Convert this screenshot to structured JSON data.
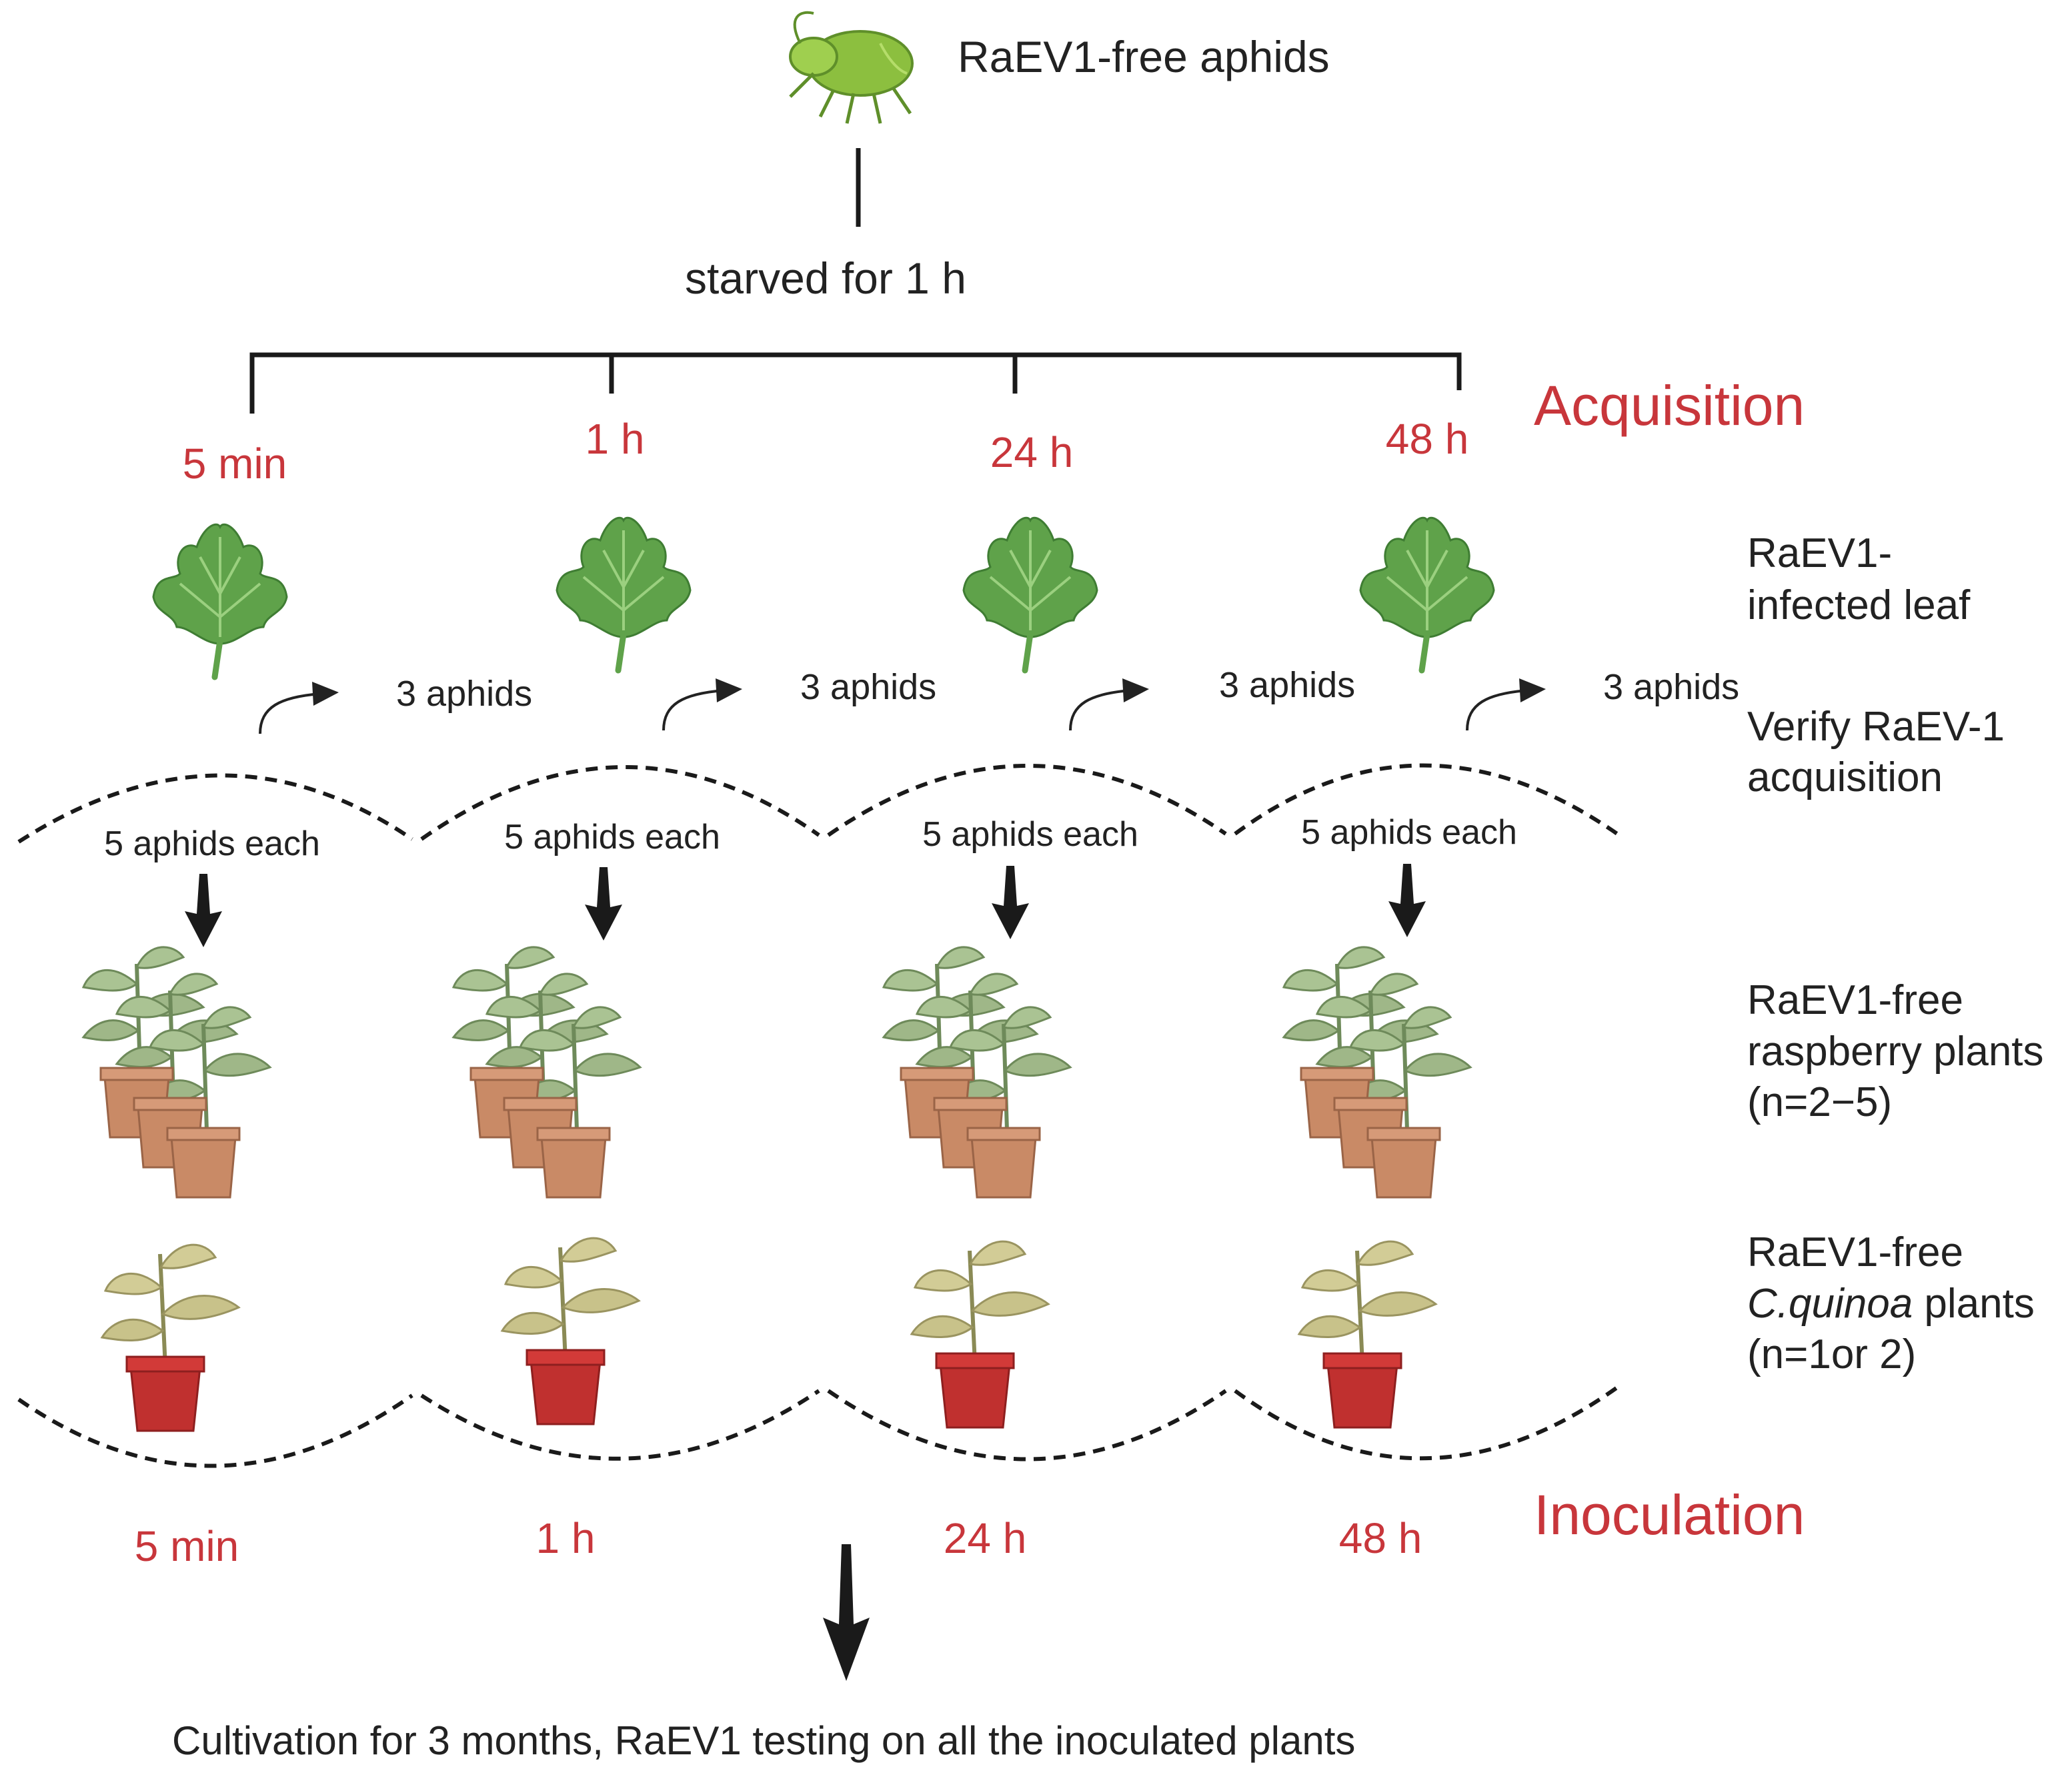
{
  "header": {
    "aphid_label": "RaEV1-free aphids",
    "starved_label": "starved for 1 h"
  },
  "acquisition": {
    "title": "Acquisition",
    "times": [
      "5 min",
      "1 h",
      "24 h",
      "48 h"
    ]
  },
  "inoculation": {
    "title": "Inoculation",
    "times": [
      "5 min",
      "1 h",
      "24 h",
      "48 h"
    ]
  },
  "verify": {
    "three_aphids": "3 aphids",
    "five_aphids": "5 aphids each"
  },
  "legend": {
    "infected_leaf": {
      "line1": "RaEV1-",
      "line2": "infected leaf"
    },
    "verify_acq": {
      "line1": "Verify RaEV-1",
      "line2": "acquisition"
    },
    "raspberry": {
      "line1": "RaEV1-free",
      "line2": "raspberry plants",
      "line3": "(n=2−5)"
    },
    "quinoa": {
      "line1": "RaEV1-free",
      "line2_italic": "C.quinoa",
      "line2_rest": " plants",
      "line3": "(n=1or 2)"
    }
  },
  "footer": {
    "text": "Cultivation for 3 months, RaEV1 testing on all the inoculated plants"
  },
  "colors": {
    "accent_red": "#c8363b",
    "leaf_green": "#5fa24a",
    "pot_terracotta": "#c98a66",
    "pot_red": "#c0302f",
    "aphid_green": "#8cbf3f"
  }
}
